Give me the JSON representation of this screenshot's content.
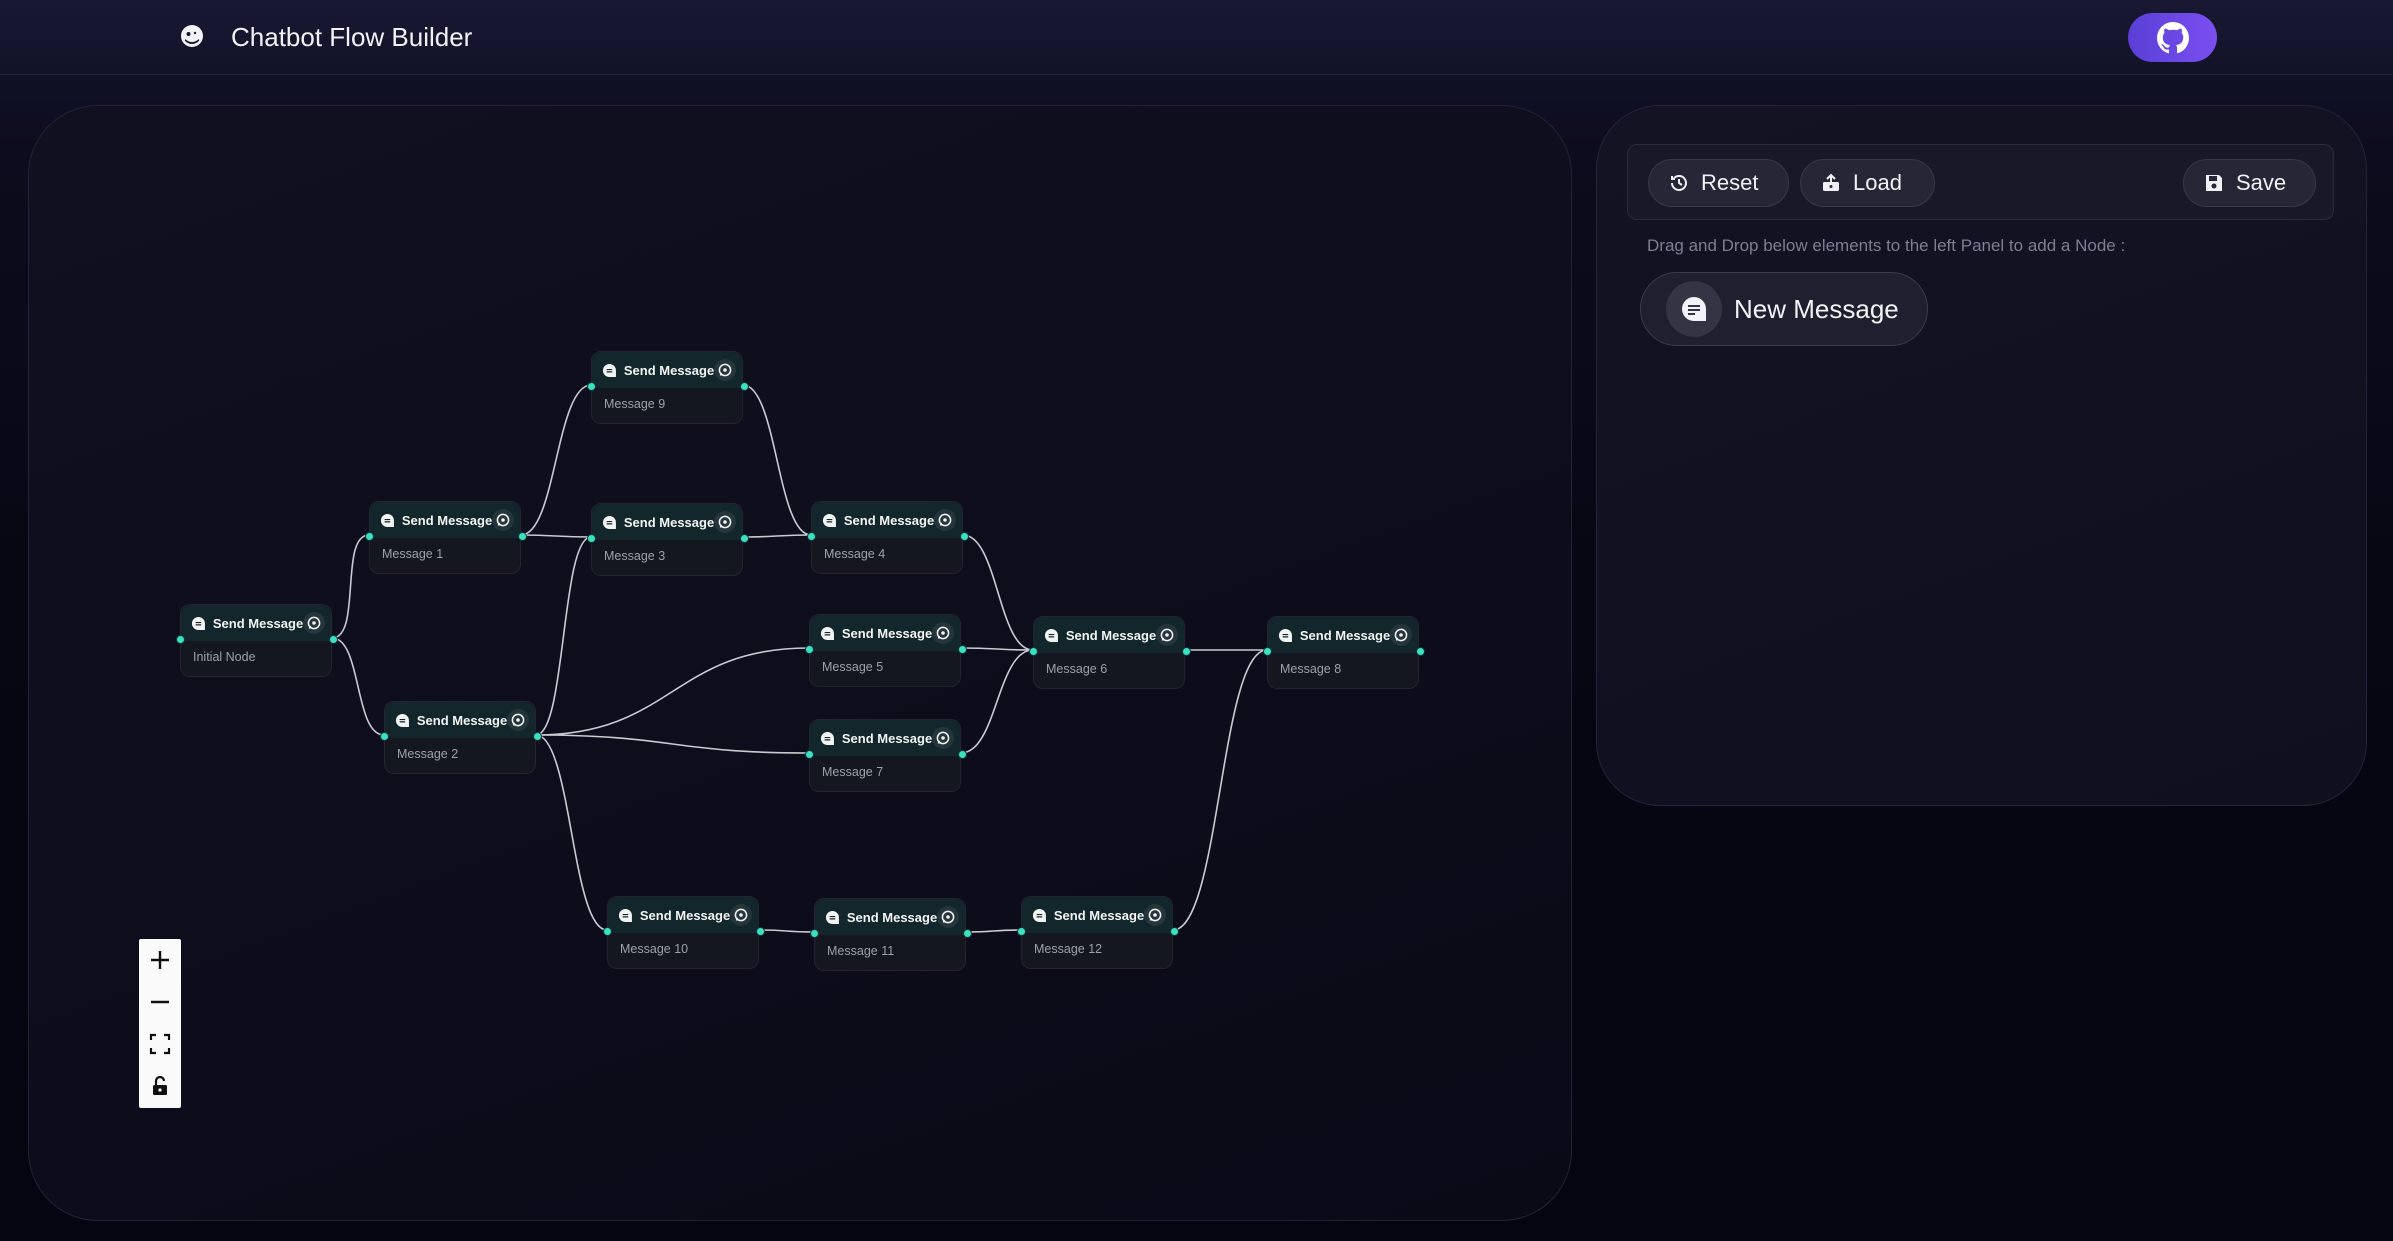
{
  "header": {
    "title": "Chatbot Flow Builder",
    "github_icon": "github-icon",
    "accent": "#6c47e8"
  },
  "canvas": {
    "handle_color": "#3ddfc0",
    "nodes": [
      {
        "title": "Send Message",
        "text": "Initial Node"
      },
      {
        "title": "Send Message",
        "text": "Message 1"
      },
      {
        "title": "Send Message",
        "text": "Message 2"
      },
      {
        "title": "Send Message",
        "text": "Message 9"
      },
      {
        "title": "Send Message",
        "text": "Message 3"
      },
      {
        "title": "Send Message",
        "text": "Message 4"
      },
      {
        "title": "Send Message",
        "text": "Message 5"
      },
      {
        "title": "Send Message",
        "text": "Message 7"
      },
      {
        "title": "Send Message",
        "text": "Message 6"
      },
      {
        "title": "Send Message",
        "text": "Message 8"
      },
      {
        "title": "Send Message",
        "text": "Message 10"
      },
      {
        "title": "Send Message",
        "text": "Message 11"
      },
      {
        "title": "Send Message",
        "text": "Message 12"
      }
    ],
    "edges": [
      [
        "Initial Node",
        "Message 1"
      ],
      [
        "Initial Node",
        "Message 2"
      ],
      [
        "Message 1",
        "Message 9"
      ],
      [
        "Message 1",
        "Message 3"
      ],
      [
        "Message 2",
        "Message 3"
      ],
      [
        "Message 2",
        "Message 5"
      ],
      [
        "Message 2",
        "Message 7"
      ],
      [
        "Message 2",
        "Message 10"
      ],
      [
        "Message 9",
        "Message 4"
      ],
      [
        "Message 3",
        "Message 4"
      ],
      [
        "Message 4",
        "Message 6"
      ],
      [
        "Message 5",
        "Message 6"
      ],
      [
        "Message 7",
        "Message 6"
      ],
      [
        "Message 6",
        "Message 8"
      ],
      [
        "Message 10",
        "Message 11"
      ],
      [
        "Message 11",
        "Message 12"
      ],
      [
        "Message 12",
        "Message 8"
      ]
    ],
    "zoom_controls": [
      "zoom-in-icon",
      "zoom-out-icon",
      "fit-view-icon",
      "lock-icon"
    ]
  },
  "panel": {
    "reset_label": "Reset",
    "load_label": "Load",
    "save_label": "Save",
    "hint": "Drag and Drop below elements to the left Panel to add a Node :",
    "new_message_label": "New Message"
  }
}
